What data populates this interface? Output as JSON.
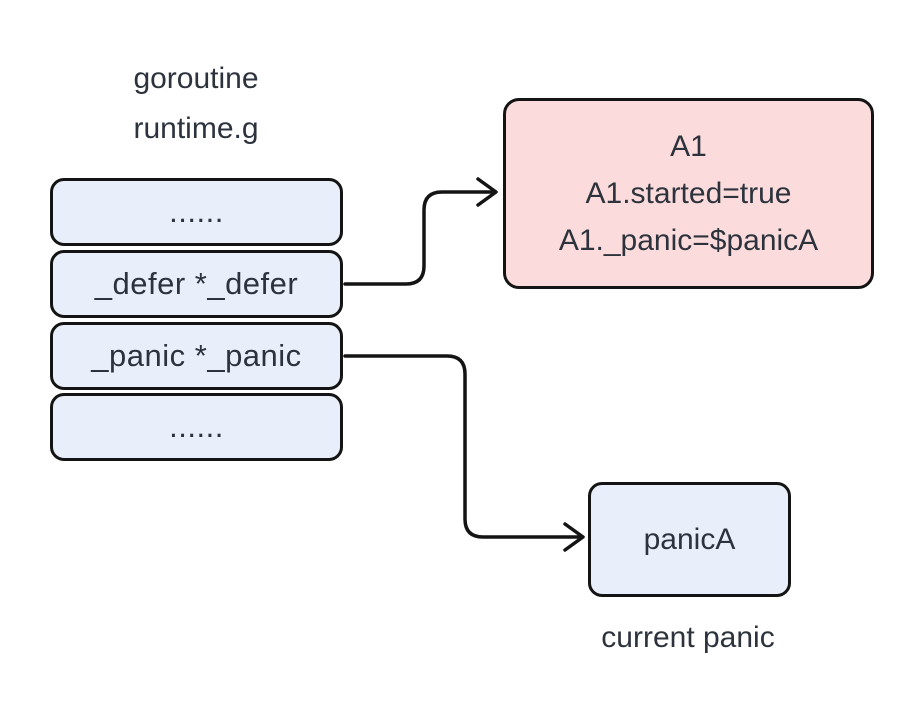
{
  "colors": {
    "canvas_bg": "#ffffff",
    "row_fill": "#e9eefb",
    "defer_fill": "#fbdbdb",
    "panic_fill": "#e9eefb",
    "stroke": "#141414",
    "text": "#2d333d"
  },
  "goroutine": {
    "title_line1": "goroutine",
    "title_line2": "runtime.g",
    "rows": [
      "......",
      "_defer *_defer",
      "_panic *_panic",
      "......"
    ]
  },
  "defer_record": {
    "lines": [
      "A1",
      "A1.started=true",
      "A1._panic=$panicA"
    ]
  },
  "panic_record": {
    "label": "panicA",
    "caption": "current panic"
  }
}
